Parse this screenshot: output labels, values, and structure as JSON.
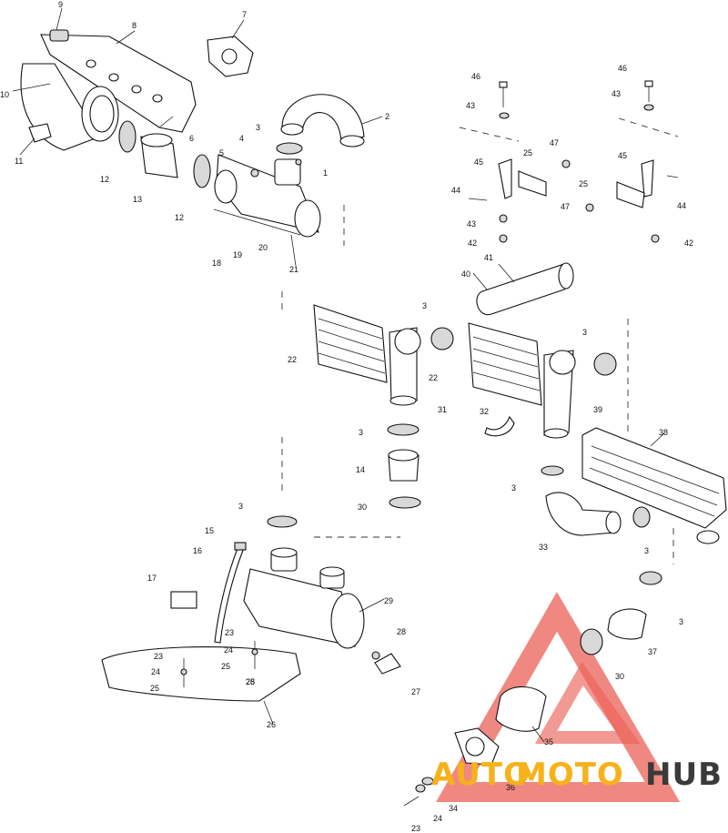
{
  "diagram": {
    "callouts": [
      {
        "id": "c9",
        "text": "9"
      },
      {
        "id": "c8",
        "text": "8"
      },
      {
        "id": "c7",
        "text": "7"
      },
      {
        "id": "c10",
        "text": "10"
      },
      {
        "id": "c11",
        "text": "11"
      },
      {
        "id": "c12a",
        "text": "12"
      },
      {
        "id": "c13",
        "text": "13"
      },
      {
        "id": "c12b",
        "text": "12"
      },
      {
        "id": "c6",
        "text": "6"
      },
      {
        "id": "c5",
        "text": "5"
      },
      {
        "id": "c4",
        "text": "4"
      },
      {
        "id": "c3a",
        "text": "3"
      },
      {
        "id": "c2",
        "text": "2"
      },
      {
        "id": "c1",
        "text": "1"
      },
      {
        "id": "c18",
        "text": "18"
      },
      {
        "id": "c19",
        "text": "19"
      },
      {
        "id": "c20",
        "text": "20"
      },
      {
        "id": "c21",
        "text": "21"
      },
      {
        "id": "c46a",
        "text": "46"
      },
      {
        "id": "c43a",
        "text": "43"
      },
      {
        "id": "c46b",
        "text": "46"
      },
      {
        "id": "c43b",
        "text": "43"
      },
      {
        "id": "c47a",
        "text": "47"
      },
      {
        "id": "c25a",
        "text": "25"
      },
      {
        "id": "c45a",
        "text": "45"
      },
      {
        "id": "c45b",
        "text": "45"
      },
      {
        "id": "c44a",
        "text": "44"
      },
      {
        "id": "c25b",
        "text": "25"
      },
      {
        "id": "c43c",
        "text": "43"
      },
      {
        "id": "c47b",
        "text": "47"
      },
      {
        "id": "c44b",
        "text": "44"
      },
      {
        "id": "c42a",
        "text": "42"
      },
      {
        "id": "c42b",
        "text": "42"
      },
      {
        "id": "c41",
        "text": "41"
      },
      {
        "id": "c40",
        "text": "40"
      },
      {
        "id": "c3b",
        "text": "3"
      },
      {
        "id": "c3c",
        "text": "3"
      },
      {
        "id": "c22a",
        "text": "22"
      },
      {
        "id": "c22b",
        "text": "22"
      },
      {
        "id": "c31",
        "text": "31"
      },
      {
        "id": "c39",
        "text": "39"
      },
      {
        "id": "c3d",
        "text": "3"
      },
      {
        "id": "c32",
        "text": "32"
      },
      {
        "id": "c38",
        "text": "38"
      },
      {
        "id": "c14",
        "text": "14"
      },
      {
        "id": "c3e",
        "text": "3"
      },
      {
        "id": "c30a",
        "text": "30"
      },
      {
        "id": "c3f",
        "text": "3"
      },
      {
        "id": "c33",
        "text": "33"
      },
      {
        "id": "c3g",
        "text": "3"
      },
      {
        "id": "c15",
        "text": "15"
      },
      {
        "id": "c16",
        "text": "16"
      },
      {
        "id": "c17",
        "text": "17"
      },
      {
        "id": "c29",
        "text": "29"
      },
      {
        "id": "c3h",
        "text": "3"
      },
      {
        "id": "c37",
        "text": "37"
      },
      {
        "id": "c23a",
        "text": "23"
      },
      {
        "id": "c24a",
        "text": "24"
      },
      {
        "id": "c25c",
        "text": "25"
      },
      {
        "id": "c28a",
        "text": "28"
      },
      {
        "id": "c23b",
        "text": "23"
      },
      {
        "id": "c24b",
        "text": "24"
      },
      {
        "id": "c25d",
        "text": "25"
      },
      {
        "id": "c25e",
        "text": "25"
      },
      {
        "id": "c28b",
        "text": "28"
      },
      {
        "id": "c27",
        "text": "27"
      },
      {
        "id": "c30b",
        "text": "30"
      },
      {
        "id": "c26",
        "text": "26"
      },
      {
        "id": "c35",
        "text": "35"
      },
      {
        "id": "c36",
        "text": "36"
      },
      {
        "id": "c34",
        "text": "34"
      },
      {
        "id": "c24c",
        "text": "24"
      },
      {
        "id": "c23c",
        "text": "23"
      }
    ]
  },
  "watermark": {
    "word_a": "AUTO",
    "word_b": "MOTO",
    "word_c": "HUB",
    "color_a": "#f5b21b",
    "color_b": "#f5b21b",
    "color_c": "#3a3a3a",
    "triangle_color": "#e8463c"
  }
}
